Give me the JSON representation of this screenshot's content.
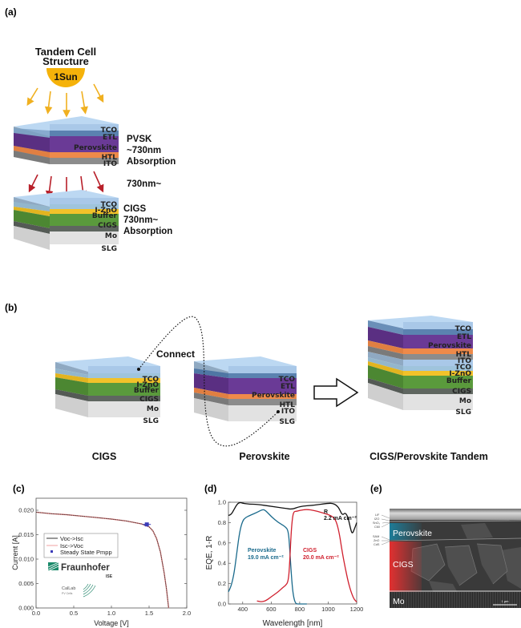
{
  "panels": {
    "a": {
      "label": "(a)",
      "title_line1": "Tandem Cell",
      "title_line2": "Structure",
      "sun_label": "1Sun",
      "top_cell_layers": [
        "TCO",
        "ETL",
        "Perovskite",
        "HTL",
        "ITO"
      ],
      "top_cell_note": [
        "PVSK",
        "~730nm",
        "Absorption"
      ],
      "transmitted_note": "730nm~",
      "bottom_cell_layers": [
        "TCO",
        "I-ZnO",
        "Buffer",
        "CIGS",
        "Mo",
        "SLG"
      ],
      "bottom_cell_note": [
        "CIGS",
        "730nm~",
        "Absorption"
      ]
    },
    "b": {
      "label": "(b)",
      "connect_label": "Connect",
      "cigs_layers": [
        "TCO",
        "I-ZnO",
        "Buffer",
        "CIGS",
        "Mo",
        "SLG"
      ],
      "perovskite_layers": [
        "TCO",
        "ETL",
        "Perovskite",
        "HTL",
        "ITO",
        "SLG"
      ],
      "tandem_layers": [
        "TCO",
        "ETL",
        "Perovskite",
        "HTL",
        "ITO",
        "TCO",
        "I-ZnO",
        "Buffer",
        "CIGS",
        "Mo",
        "SLG"
      ],
      "captions": [
        "CIGS",
        "Perovskite",
        "CIGS/Perovskite Tandem"
      ]
    },
    "c": {
      "label": "(c)"
    },
    "d": {
      "label": "(d)"
    },
    "e": {
      "label": "(e)",
      "layer_callouts": [
        "LiF",
        "IZO",
        "SnO₂",
        "C60",
        "SAM",
        "ZnO",
        "CdS"
      ],
      "region_labels": [
        "Perovskite",
        "CIGS",
        "Mo"
      ],
      "scale_bar": "1 µm"
    }
  },
  "colors": {
    "tco": "#a9c8e8",
    "izno": "#9fc4dc",
    "etl": "#5b82b0",
    "perovskite": "#6a3a96",
    "htl": "#ee8a4a",
    "ito": "#8c8c8c",
    "buffer": "#f2c22a",
    "cigs": "#5a9a3c",
    "mo": "#5f6660",
    "slg": "#dcdcdc",
    "sun": "#f5b20a",
    "sun_ray": "#f0b020",
    "red_ray": "#b8202a",
    "pvsk_curve": "#1a6a8c",
    "cigs_curve": "#d0202e",
    "r_curve": "#111111",
    "pmpp_marker": "#3b3bb8"
  },
  "chart_data": [
    {
      "type": "line",
      "panel": "(c)",
      "title": "",
      "xlabel": "Voltage [V]",
      "ylabel": "Current [A]",
      "xlim": [
        0.0,
        2.0
      ],
      "ylim": [
        0.0,
        0.022
      ],
      "xticks": [
        "0.0",
        "0.5",
        "1.0",
        "1.5",
        "2.0"
      ],
      "yticks": [
        "0.000",
        "0.005",
        "0.010",
        "0.015",
        "0.020"
      ],
      "legend": [
        "Voc->Isc",
        "Isc->Voc",
        "Steady State Pmpp"
      ],
      "legend_position": "center-left",
      "logos": [
        "Fraunhofer ISE",
        "CalLab PV Cells"
      ],
      "series": [
        {
          "name": "Voc->Isc",
          "x": [
            0.0,
            0.2,
            0.4,
            0.6,
            0.8,
            1.0,
            1.2,
            1.4,
            1.5,
            1.55,
            1.6,
            1.65,
            1.7,
            1.73,
            1.76
          ],
          "y": [
            0.0196,
            0.0193,
            0.0191,
            0.0188,
            0.0185,
            0.0182,
            0.0178,
            0.0172,
            0.0166,
            0.0158,
            0.0142,
            0.0115,
            0.0072,
            0.004,
            0.0
          ]
        },
        {
          "name": "Isc->Voc",
          "x": [
            0.0,
            0.2,
            0.4,
            0.6,
            0.8,
            1.0,
            1.2,
            1.4,
            1.5,
            1.55,
            1.6,
            1.65,
            1.7,
            1.73,
            1.76
          ],
          "y": [
            0.0196,
            0.0193,
            0.0191,
            0.0188,
            0.0185,
            0.0182,
            0.0178,
            0.0172,
            0.0166,
            0.0158,
            0.0142,
            0.0115,
            0.0072,
            0.004,
            0.0
          ]
        },
        {
          "name": "Steady State Pmpp",
          "x": [
            1.47
          ],
          "y": [
            0.0171
          ]
        }
      ]
    },
    {
      "type": "line",
      "panel": "(d)",
      "title": "",
      "xlabel": "Wavelength [nm]",
      "ylabel": "EQE, 1-R",
      "xlim": [
        300,
        1200
      ],
      "ylim": [
        0.0,
        1.0
      ],
      "xticks": [
        "400",
        "600",
        "800",
        "1000",
        "1200"
      ],
      "yticks": [
        "0.0",
        "0.2",
        "0.4",
        "0.6",
        "0.8",
        "1.0"
      ],
      "annotations": [
        {
          "text": "Perovskite",
          "sub": "19.0 mA cm⁻²",
          "series": "Perovskite"
        },
        {
          "text": "CIGS",
          "sub": "20.0 mA cm⁻²",
          "series": "CIGS"
        },
        {
          "text": "R",
          "sub": "2.2 mA cm⁻²",
          "series": "1-R"
        }
      ],
      "series": [
        {
          "name": "1-R",
          "x": [
            300,
            320,
            340,
            360,
            380,
            400,
            450,
            500,
            600,
            700,
            750,
            800,
            900,
            1000,
            1030,
            1060,
            1080,
            1100,
            1120,
            1140,
            1160,
            1170,
            1185,
            1200
          ],
          "y": [
            0.87,
            0.88,
            0.93,
            0.98,
            1.0,
            0.99,
            0.98,
            0.98,
            0.96,
            0.94,
            0.93,
            0.96,
            0.97,
            0.99,
            0.99,
            0.97,
            0.93,
            0.87,
            0.9,
            0.85,
            0.72,
            0.69,
            0.74,
            0.8
          ]
        },
        {
          "name": "Perovskite",
          "x": [
            300,
            320,
            340,
            360,
            380,
            400,
            420,
            450,
            500,
            540,
            560,
            600,
            650,
            700,
            720,
            730,
            740,
            750,
            760,
            770,
            780,
            800,
            850
          ],
          "y": [
            0.12,
            0.18,
            0.3,
            0.52,
            0.72,
            0.82,
            0.85,
            0.87,
            0.9,
            0.93,
            0.92,
            0.86,
            0.8,
            0.76,
            0.72,
            0.55,
            0.32,
            0.14,
            0.05,
            0.01,
            0.0,
            0.0,
            0.0
          ]
        },
        {
          "name": "CIGS",
          "x": [
            500,
            530,
            560,
            600,
            650,
            680,
            700,
            720,
            730,
            740,
            750,
            760,
            780,
            800,
            850,
            900,
            950,
            1000,
            1040,
            1060,
            1080,
            1100,
            1120,
            1140,
            1160,
            1180,
            1200
          ],
          "y": [
            0.03,
            0.02,
            0.03,
            0.07,
            0.12,
            0.16,
            0.18,
            0.22,
            0.4,
            0.7,
            0.86,
            0.91,
            0.91,
            0.92,
            0.93,
            0.92,
            0.9,
            0.88,
            0.85,
            0.8,
            0.68,
            0.5,
            0.35,
            0.22,
            0.12,
            0.05,
            0.02
          ]
        }
      ]
    }
  ]
}
